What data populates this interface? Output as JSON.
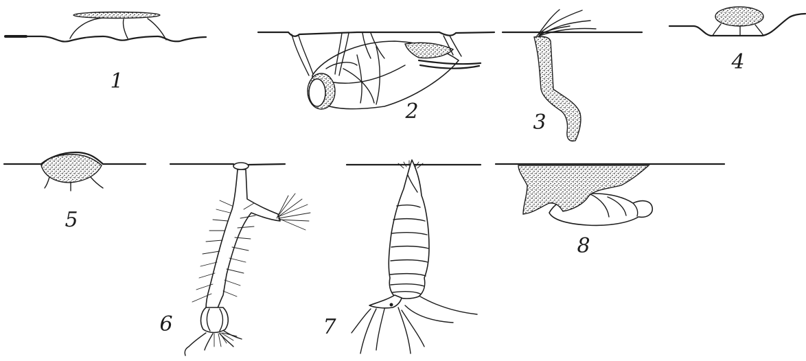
{
  "figure": {
    "labels": [
      "1",
      "2",
      "3",
      "4",
      "5",
      "6",
      "7",
      "8"
    ],
    "colors": {
      "ink": "#1d1d1d",
      "paper": "#ffffff"
    }
  }
}
